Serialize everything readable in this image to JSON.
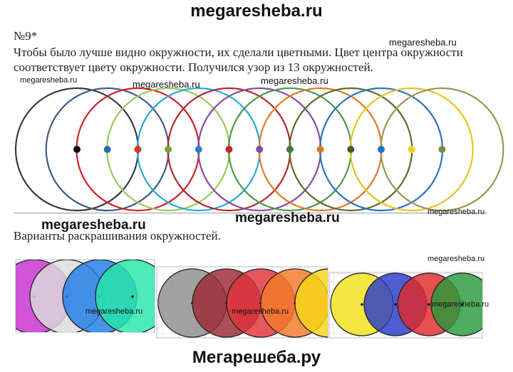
{
  "watermarks": {
    "header": "megaresheba.ru",
    "footer": "Мегарешеба.ру",
    "items": [
      "megaresheba.ru",
      "megaresheba.ru",
      "megaresheba.ru",
      "megaresheba.ru",
      "megaresheba.ru",
      "megaresheba.ru",
      "megaresheba.ru",
      "megaresheba.ru",
      "megaresheba.ru",
      "megaresheba.ru",
      "megaresheba.ru"
    ]
  },
  "problem": {
    "number": "№9*",
    "text": "Чтобы было лучше видно окружности, их сделали цветными. Цвет центра окружности соответствует цвету окружности. Получился узор из 13 окружностей."
  },
  "variants_label": "Варианты раскрашивания окружностей.",
  "circle_pattern": {
    "count": 13,
    "colors": [
      "#3a3a3a",
      "#3d5a86",
      "#d0202a",
      "#99c85a",
      "#27a9d6",
      "#b3262f",
      "#8a4a9c",
      "#4a9a48",
      "#e07a22",
      "#5b6b2c",
      "#2a73b8",
      "#e6c41c",
      "#9c9450"
    ],
    "center_colors": [
      "#111111",
      "#2a6ab0",
      "#d63a2a",
      "#7aa23a",
      "#2b7fc6",
      "#d61f2a",
      "#8a4aa0",
      "#4a7a3a",
      "#e07a22",
      "#4a5a2a",
      "#1f72c2",
      "#f0d21a",
      "#7a8a3a"
    ]
  },
  "variant_sets": [
    {
      "fills": [
        "#c82fd0",
        "#dcdcdc",
        "#1e7ce8",
        "#26e6a8"
      ]
    },
    {
      "fills": [
        "#8e8e8e",
        "#9c2a32",
        "#e0333a",
        "#f47a2a",
        "#f5d516"
      ]
    },
    {
      "fills": [
        "#f2e21a",
        "#2a3ac8",
        "#e02a2a",
        "#2a9a3a"
      ]
    }
  ]
}
